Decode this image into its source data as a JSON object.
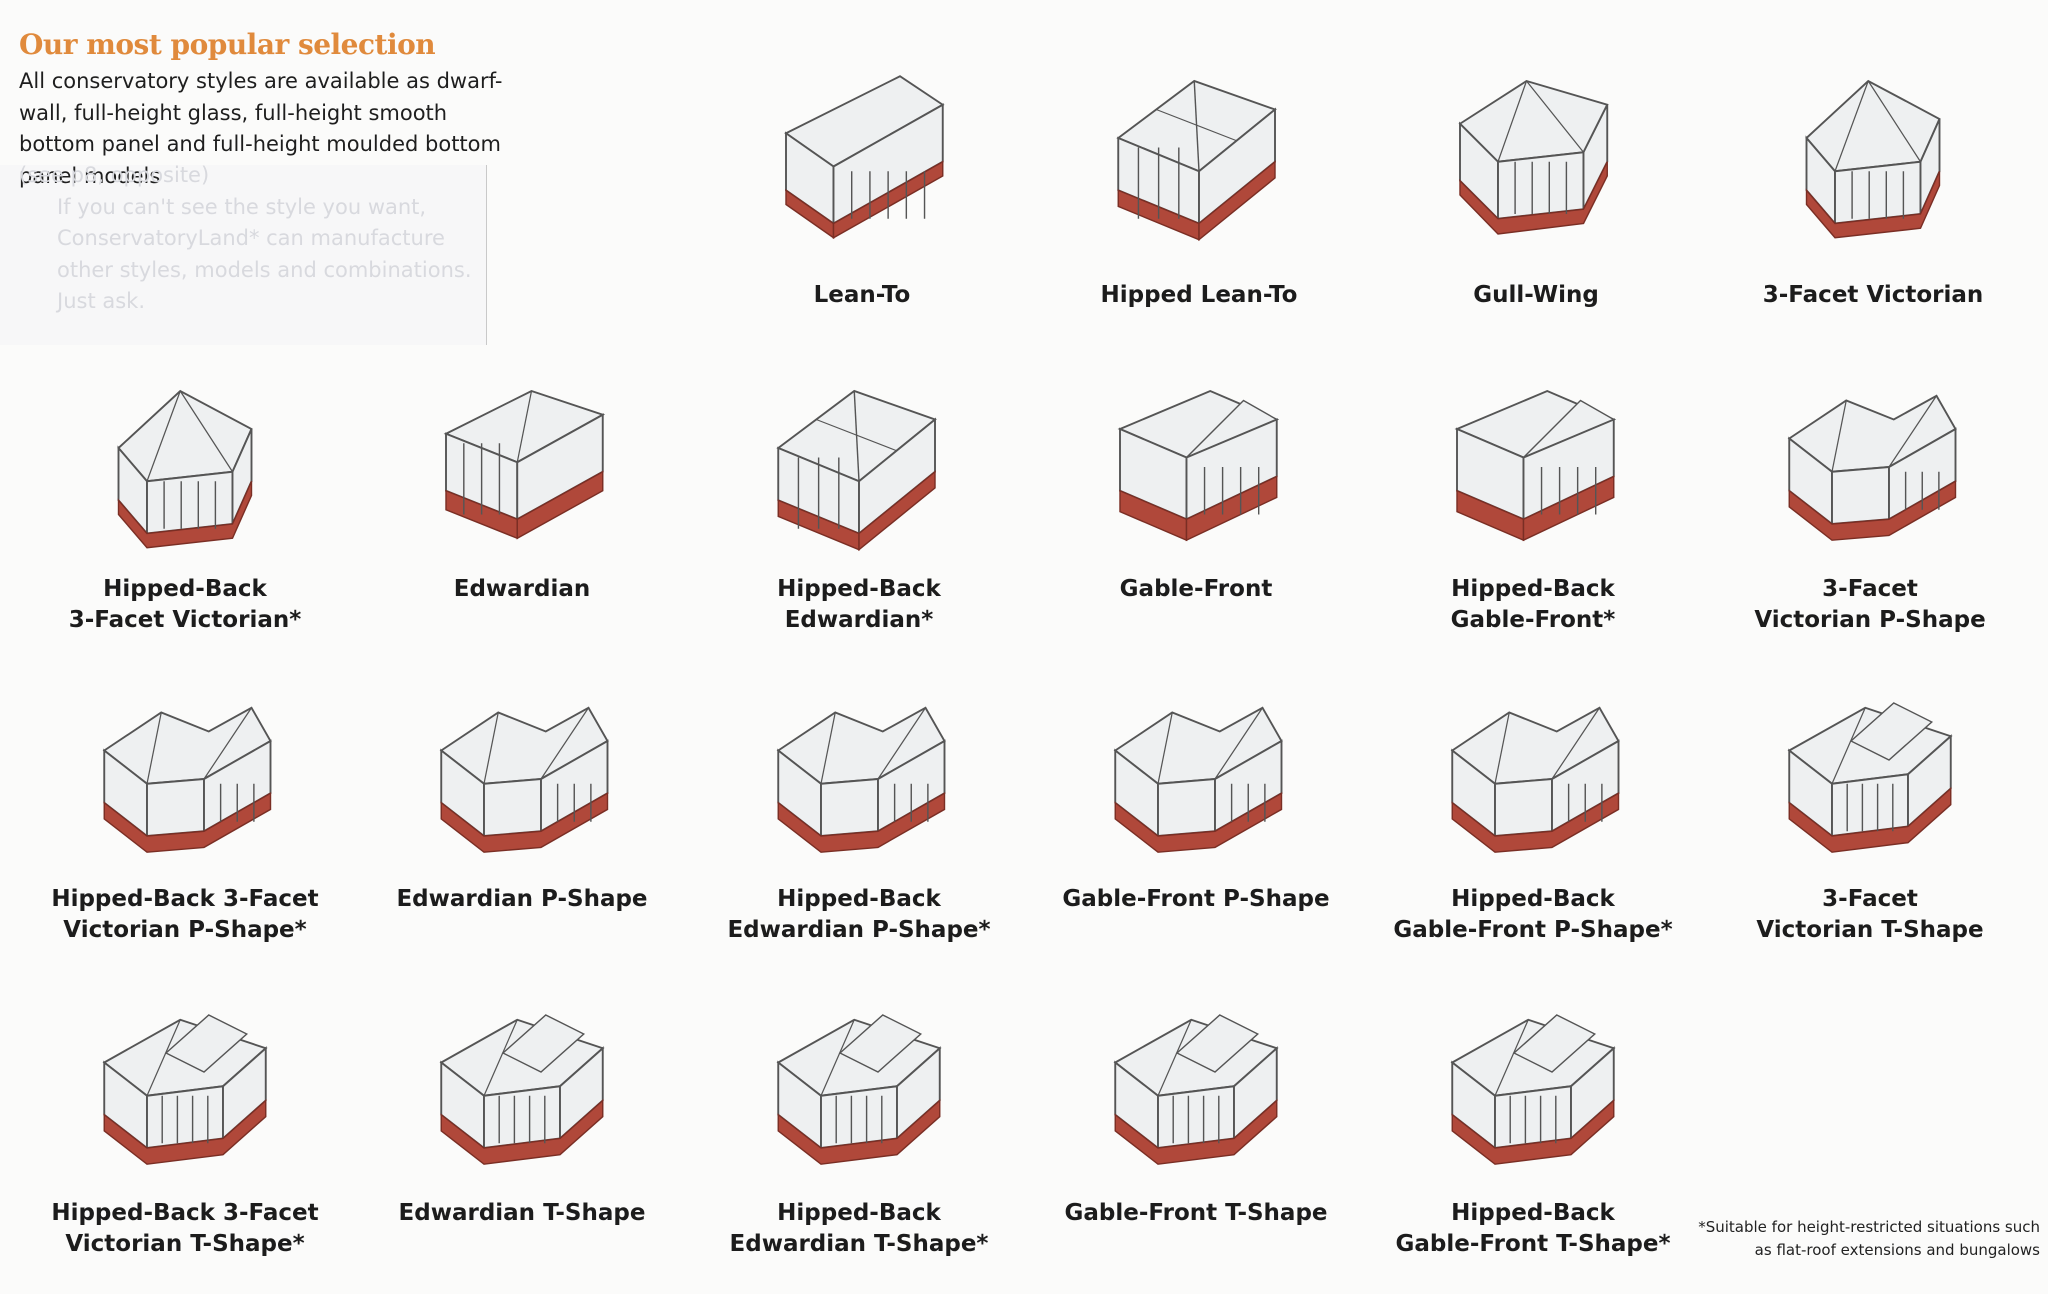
{
  "header": {
    "title": "Our most popular selection",
    "intro": "All conservatory styles are available as dwarf-wall, full-height glass, full-height smooth bottom panel and full-height moulded bottom panel models",
    "faded_line1": "(see p8, opposite)",
    "faded_line2": "If you can't see the style you want, ConservatoryLand* can manufacture other styles, models and combinations. Just ask."
  },
  "footnote": "*Suitable for height-restricted situations such as flat-roof extensions and bungalows",
  "colors": {
    "brick": "#b0483a",
    "brick_dark": "#7a2e24",
    "frame": "#555555",
    "glass": "#eef0f1",
    "accent": "#e08a3c"
  },
  "styles": [
    {
      "lines": [
        "Lean-To"
      ],
      "shape": "leanto"
    },
    {
      "lines": [
        "Hipped Lean-To"
      ],
      "shape": "hipped"
    },
    {
      "lines": [
        "Gull-Wing"
      ],
      "shape": "gullwing"
    },
    {
      "lines": [
        "3-Facet Victorian"
      ],
      "shape": "victorian"
    },
    {
      "lines": [
        "Hipped-Back",
        "3-Facet Victorian*"
      ],
      "shape": "victorian"
    },
    {
      "lines": [
        "Edwardian"
      ],
      "shape": "edwardian"
    },
    {
      "lines": [
        "Hipped-Back",
        "Edwardian*"
      ],
      "shape": "hipped"
    },
    {
      "lines": [
        "Gable-Front"
      ],
      "shape": "gable"
    },
    {
      "lines": [
        "Hipped-Back",
        "Gable-Front*"
      ],
      "shape": "gable"
    },
    {
      "lines": [
        "3-Facet",
        "Victorian P-Shape"
      ],
      "shape": "pshape"
    },
    {
      "lines": [
        "Hipped-Back 3-Facet",
        "Victorian P-Shape*"
      ],
      "shape": "pshape"
    },
    {
      "lines": [
        "Edwardian P-Shape"
      ],
      "shape": "pshape"
    },
    {
      "lines": [
        "Hipped-Back",
        "Edwardian P-Shape*"
      ],
      "shape": "pshape"
    },
    {
      "lines": [
        "Gable-Front P-Shape"
      ],
      "shape": "pshape"
    },
    {
      "lines": [
        "Hipped-Back",
        "Gable-Front P-Shape*"
      ],
      "shape": "pshape"
    },
    {
      "lines": [
        "3-Facet",
        "Victorian T-Shape"
      ],
      "shape": "tshape"
    },
    {
      "lines": [
        "Hipped-Back 3-Facet",
        "Victorian T-Shape*"
      ],
      "shape": "tshape"
    },
    {
      "lines": [
        "Edwardian T-Shape"
      ],
      "shape": "tshape"
    },
    {
      "lines": [
        "Hipped-Back",
        "Edwardian T-Shape*"
      ],
      "shape": "tshape"
    },
    {
      "lines": [
        "Gable-Front T-Shape"
      ],
      "shape": "tshape"
    },
    {
      "lines": [
        "Hipped-Back",
        "Gable-Front T-Shape*"
      ],
      "shape": "tshape"
    }
  ]
}
